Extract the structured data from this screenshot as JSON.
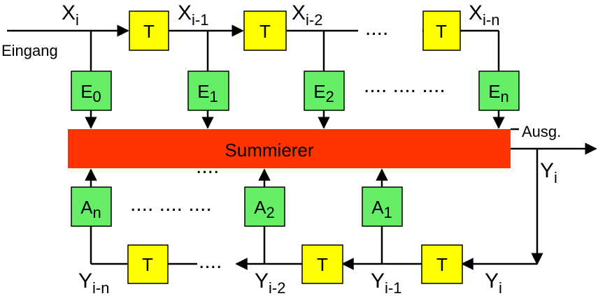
{
  "delay_label": "T",
  "sum_label": "Summierer",
  "input_label": "Eingang",
  "output_label": "Ausg.",
  "ellipsis_short": "....",
  "ellipsis_long": ".... .... ....",
  "x_signals": [
    {
      "base": "X",
      "sub": "i"
    },
    {
      "base": "X",
      "sub": "i-1"
    },
    {
      "base": "X",
      "sub": "i-2"
    },
    {
      "base": "X",
      "sub": "i-n"
    }
  ],
  "y_output": {
    "base": "Y",
    "sub": "i"
  },
  "y_signals": [
    {
      "base": "Y",
      "sub": "i-n"
    },
    {
      "base": "Y",
      "sub": "i-2"
    },
    {
      "base": "Y",
      "sub": "i-1"
    },
    {
      "base": "Y",
      "sub": "i"
    }
  ],
  "e_coeffs": [
    {
      "base": "E",
      "sub": "0"
    },
    {
      "base": "E",
      "sub": "1"
    },
    {
      "base": "E",
      "sub": "2"
    },
    {
      "base": "E",
      "sub": "n"
    }
  ],
  "a_coeffs": [
    {
      "base": "A",
      "sub": "n"
    },
    {
      "base": "A",
      "sub": "2"
    },
    {
      "base": "A",
      "sub": "1"
    }
  ],
  "colors": {
    "delay_fill": "#ffff00",
    "coeff_fill": "#66ee66",
    "sum_fill": "#ff3300"
  }
}
